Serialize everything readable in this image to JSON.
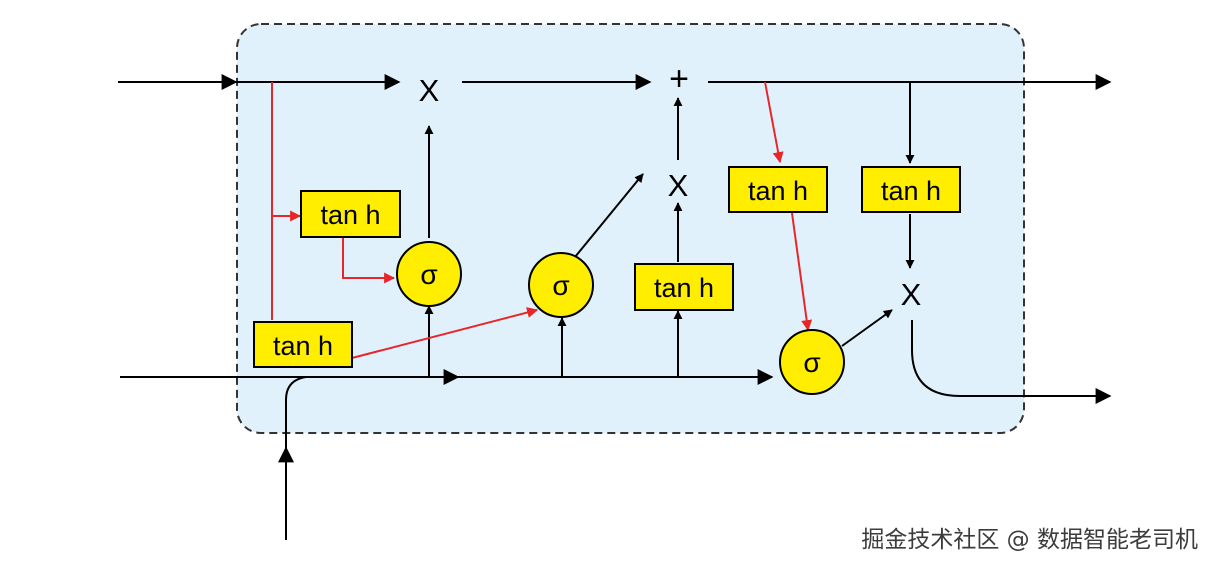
{
  "labels": {
    "tanh": "tan h",
    "sigma": "σ",
    "multiply": "X",
    "add": "+"
  },
  "colors": {
    "cell_fill": "#e0f1fb",
    "cell_border": "#333333",
    "box_fill": "#ffee00",
    "node_fill": "#ffee00",
    "line": "#000000",
    "highlight": "#e8262a"
  },
  "watermark": "掘金技术社区 @ 数据智能老司机"
}
